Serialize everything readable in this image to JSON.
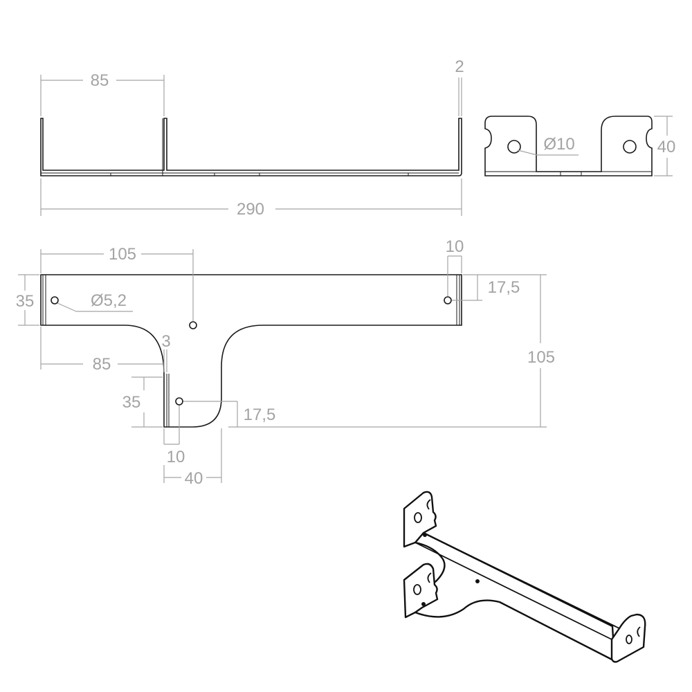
{
  "top_view": {
    "dim_85": "85",
    "dim_2": "2",
    "dim_290": "290"
  },
  "side_view": {
    "dim_diameter_10": "Ø10",
    "dim_40": "40"
  },
  "plan_view": {
    "dim_105_top": "105",
    "dim_10_top": "10",
    "dim_35_left": "35",
    "dim_diameter_5_2": "Ø5,2",
    "dim_17_5_top": "17,5",
    "dim_105_right": "105",
    "dim_3": "3",
    "dim_85_mid": "85",
    "dim_35_lower": "35",
    "dim_17_5_lower": "17,5",
    "dim_10_bottom": "10",
    "dim_40_bottom": "40"
  }
}
